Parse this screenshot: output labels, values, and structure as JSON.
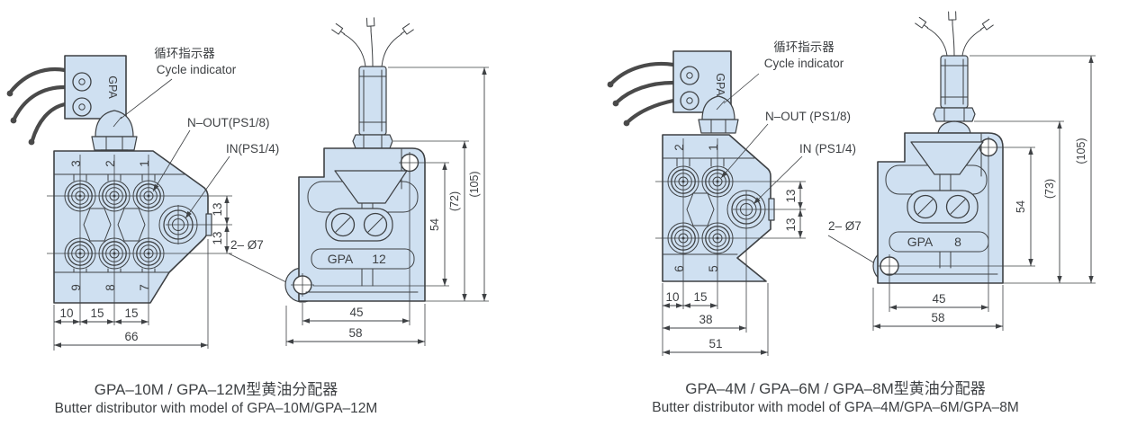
{
  "colors": {
    "background": "#ffffff",
    "body_fill": "#cfe0f1",
    "line": "#3e4144",
    "wire": "#4a4a4a",
    "hole_fill": "#ffffff"
  },
  "panels": {
    "left": {
      "caption_cn": "GPA–10M / GPA–12M型黄油分配器",
      "caption_en": "Butter distributor with model of GPA–10M/GPA–12M",
      "annotations": {
        "cycle_cn": "循环指示器",
        "cycle_en": "Cycle indicator",
        "n_out": "N–OUT(PS1/8)",
        "inlet": "IN(PS1/4)",
        "holes": "2– Ø7"
      },
      "connector_label": "GPA",
      "ports_top": [
        "3",
        "2",
        "1"
      ],
      "ports_bottom": [
        "9",
        "8",
        "7"
      ],
      "model": {
        "name": "GPA",
        "size": "12"
      },
      "dims": {
        "w1": "10",
        "w2": "15",
        "w3": "15",
        "w_total": "66",
        "h1": "13",
        "h2": "13",
        "side_w1": "45",
        "side_w2": "58",
        "side_h1": "54",
        "side_h2": "(72)",
        "side_h3": "(105)"
      }
    },
    "right": {
      "caption_cn": "GPA–4M / GPA–6M / GPA–8M型黄油分配器",
      "caption_en": "Butter distributor with model of GPA–4M/GPA–6M/GPA–8M",
      "annotations": {
        "cycle_cn": "循环指示器",
        "cycle_en": "Cycle indicator",
        "n_out": "N–OUT (PS1/8)",
        "inlet": "IN (PS1/4)",
        "holes": "2– Ø7"
      },
      "connector_label": "GPA",
      "ports_top": [
        "2",
        "1"
      ],
      "ports_bottom": [
        "6",
        "5"
      ],
      "model": {
        "name": "GPA",
        "size": "8"
      },
      "dims": {
        "w1": "10",
        "w2": "15",
        "w_mid": "38",
        "w_total": "51",
        "h1": "13",
        "h2": "13",
        "side_w1": "45",
        "side_w2": "58",
        "side_h1": "54",
        "side_h2": "(73)",
        "side_h3": "(105)"
      }
    }
  }
}
